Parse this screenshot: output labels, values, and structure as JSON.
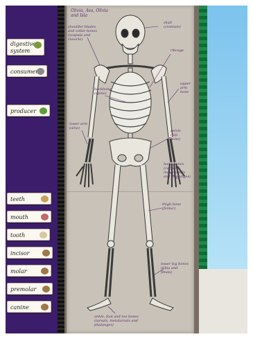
{
  "poster": {
    "author": "Olivia, Ava, Olivia\nand Isla",
    "notes": [
      {
        "id": "skull",
        "text": "skull\n(cranium)"
      },
      {
        "id": "shoulder",
        "text": "shoulder blades\nand collar bones\n(scapula and\nclavicle)"
      },
      {
        "id": "backbone",
        "text": "backbone\n(spine)"
      },
      {
        "id": "ribcage",
        "text": "ribcage"
      },
      {
        "id": "upperarm",
        "text": "upper\narm\nbone"
      },
      {
        "id": "lowerarm",
        "text": "lower arm\n(ulna)"
      },
      {
        "id": "pelvis",
        "text": "pelvis\n(hip\nbone)"
      },
      {
        "id": "hand",
        "text": "hand bones\n(carpals,\nmetacarpals\nand phalanges)"
      },
      {
        "id": "thigh",
        "text": "thigh bone\n(femur)"
      },
      {
        "id": "lowerleg",
        "text": "lower leg bones\n(tibia and\nfibula)"
      },
      {
        "id": "foot",
        "text": "ankle, foot and toe bones\n(tarsals, metatarsals and\nphalanges)"
      }
    ]
  },
  "cards": [
    {
      "label": "digestive system",
      "color": "#7a9a3a"
    },
    {
      "label": "consumer",
      "color": "#8a8a8a"
    },
    {
      "label": "producer",
      "color": "#5aa03a"
    },
    {
      "label": "teeth",
      "color": "#c8a05a"
    },
    {
      "label": "mouth",
      "color": "#c06a6a"
    },
    {
      "label": "tooth",
      "color": "#d8c8a0"
    },
    {
      "label": "incisor",
      "color": "#a0784a"
    },
    {
      "label": "molar",
      "color": "#a0784a"
    },
    {
      "label": "premolar",
      "color": "#a0784a"
    },
    {
      "label": "canine",
      "color": "#a0784a"
    }
  ],
  "colors": {
    "ink": "#5a2b6e",
    "bone": "#e9e6dd",
    "bone_outline": "#3a3a3a"
  }
}
